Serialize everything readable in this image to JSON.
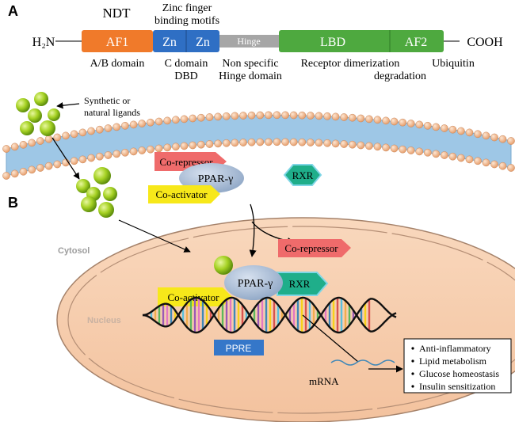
{
  "panel_a": {
    "label": "A",
    "n_terminus": "H₂N",
    "c_terminus": "COOH",
    "domains": {
      "af1": "AF1",
      "zn1": "Zn",
      "zn2": "Zn",
      "hinge": "Hinge",
      "lbd": "LBD",
      "af2": "AF2"
    },
    "labels": {
      "ndt": "NDT",
      "zinc_line1": "Zinc finger",
      "zinc_line2": "binding motifs",
      "ab_domain": "A/B domain",
      "c_domain": "C domain",
      "dbd": "DBD",
      "nonspecific": "Non specific",
      "hinge_domain": "Hinge domain",
      "receptor_dimer": "Receptor dimerization",
      "ubiquitin": "Ubiquitin",
      "degradation": "degradation"
    }
  },
  "panel_b": {
    "label": "B",
    "ligand_line1": "Synthetic or",
    "ligand_line2": "natural ligands",
    "co_repressor": "Co-repressor",
    "co_repressor_2": "Co-repressor",
    "ppar": "PPAR-γ",
    "ppar_2": "PPAR-γ",
    "rxr": "RXR",
    "rxr_2": "RXR",
    "co_activator": "Co-activator",
    "co_activator_2": "Co-activator",
    "cytosol": "Cytosol",
    "nucleus": "Nucleus",
    "ppre": "PPRE",
    "mrna": "mRNA",
    "effects": [
      "Anti-inflammatory",
      "Lipid metabolism",
      "Glucose homeostasis",
      "Insulin sensitization"
    ]
  },
  "colors": {
    "af1": "#f07a2a",
    "zn": "#2f6fc4",
    "hinge": "#a6a6a6",
    "lbd": "#4ea93f",
    "membrane": "#9ec7e6",
    "lipid_head": "#f4b98e",
    "ligand": "#9bcc1f",
    "co_repressor": "#ef6b6b",
    "ppar": "#9fb4cf",
    "rxr": "#1fae8a",
    "co_activator": "#f7e81a",
    "cell": "#f6cba9",
    "ppre": "#3577c9"
  }
}
